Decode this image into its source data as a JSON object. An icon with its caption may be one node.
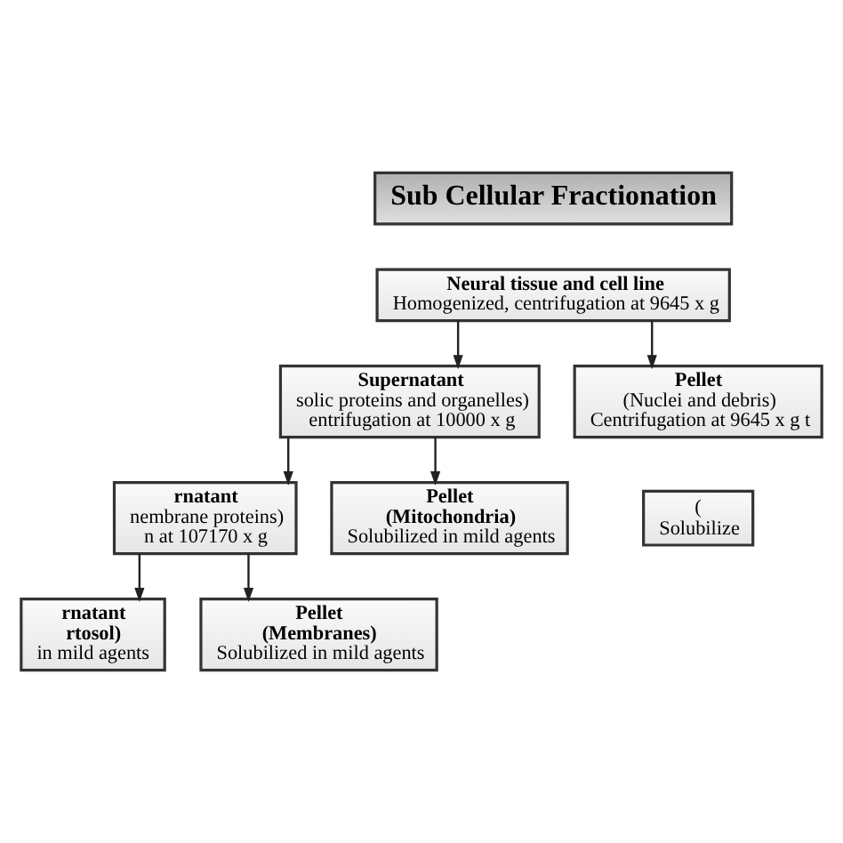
{
  "diagram": {
    "nodes": [
      {
        "text": [
          "Sub Cellular Fractionation"
        ]
      },
      {
        "text": [
          "Neural tissue and cell line",
          "Homogenized, centrifugation at 9645 x g"
        ]
      },
      {
        "text": [
          "Supernatant",
          "solic proteins and organelles)",
          "entrifugation at 10000 x g"
        ]
      },
      {
        "text": [
          "Pellet",
          "(Nuclei and debris)",
          "Centrifugation at 9645 x g t"
        ]
      },
      {
        "text": [
          "rnatant",
          "nembrane proteins)",
          "n at 107170 x g"
        ]
      },
      {
        "text": [
          "Pellet",
          "(Mitochondria)",
          "Solubilized in mild agents"
        ]
      },
      {
        "text": [
          "(",
          "Solubilize"
        ]
      },
      {
        "text": [
          "rnatant",
          "rtosol)",
          "in mild agents"
        ]
      },
      {
        "text": [
          "Pellet",
          "(Membranes)",
          "Solubilized in mild agents"
        ]
      }
    ],
    "edges": [
      {
        "from": 1,
        "to": 2,
        "arrow": "to"
      },
      {
        "from": 1,
        "to": 3,
        "arrow": "to"
      },
      {
        "from": 2,
        "to": 4,
        "arrow": "to"
      },
      {
        "from": 2,
        "to": 5,
        "arrow": "to"
      },
      {
        "from": 4,
        "to": 7,
        "arrow": "to"
      },
      {
        "from": 4,
        "to": 8,
        "arrow": "to"
      }
    ]
  }
}
